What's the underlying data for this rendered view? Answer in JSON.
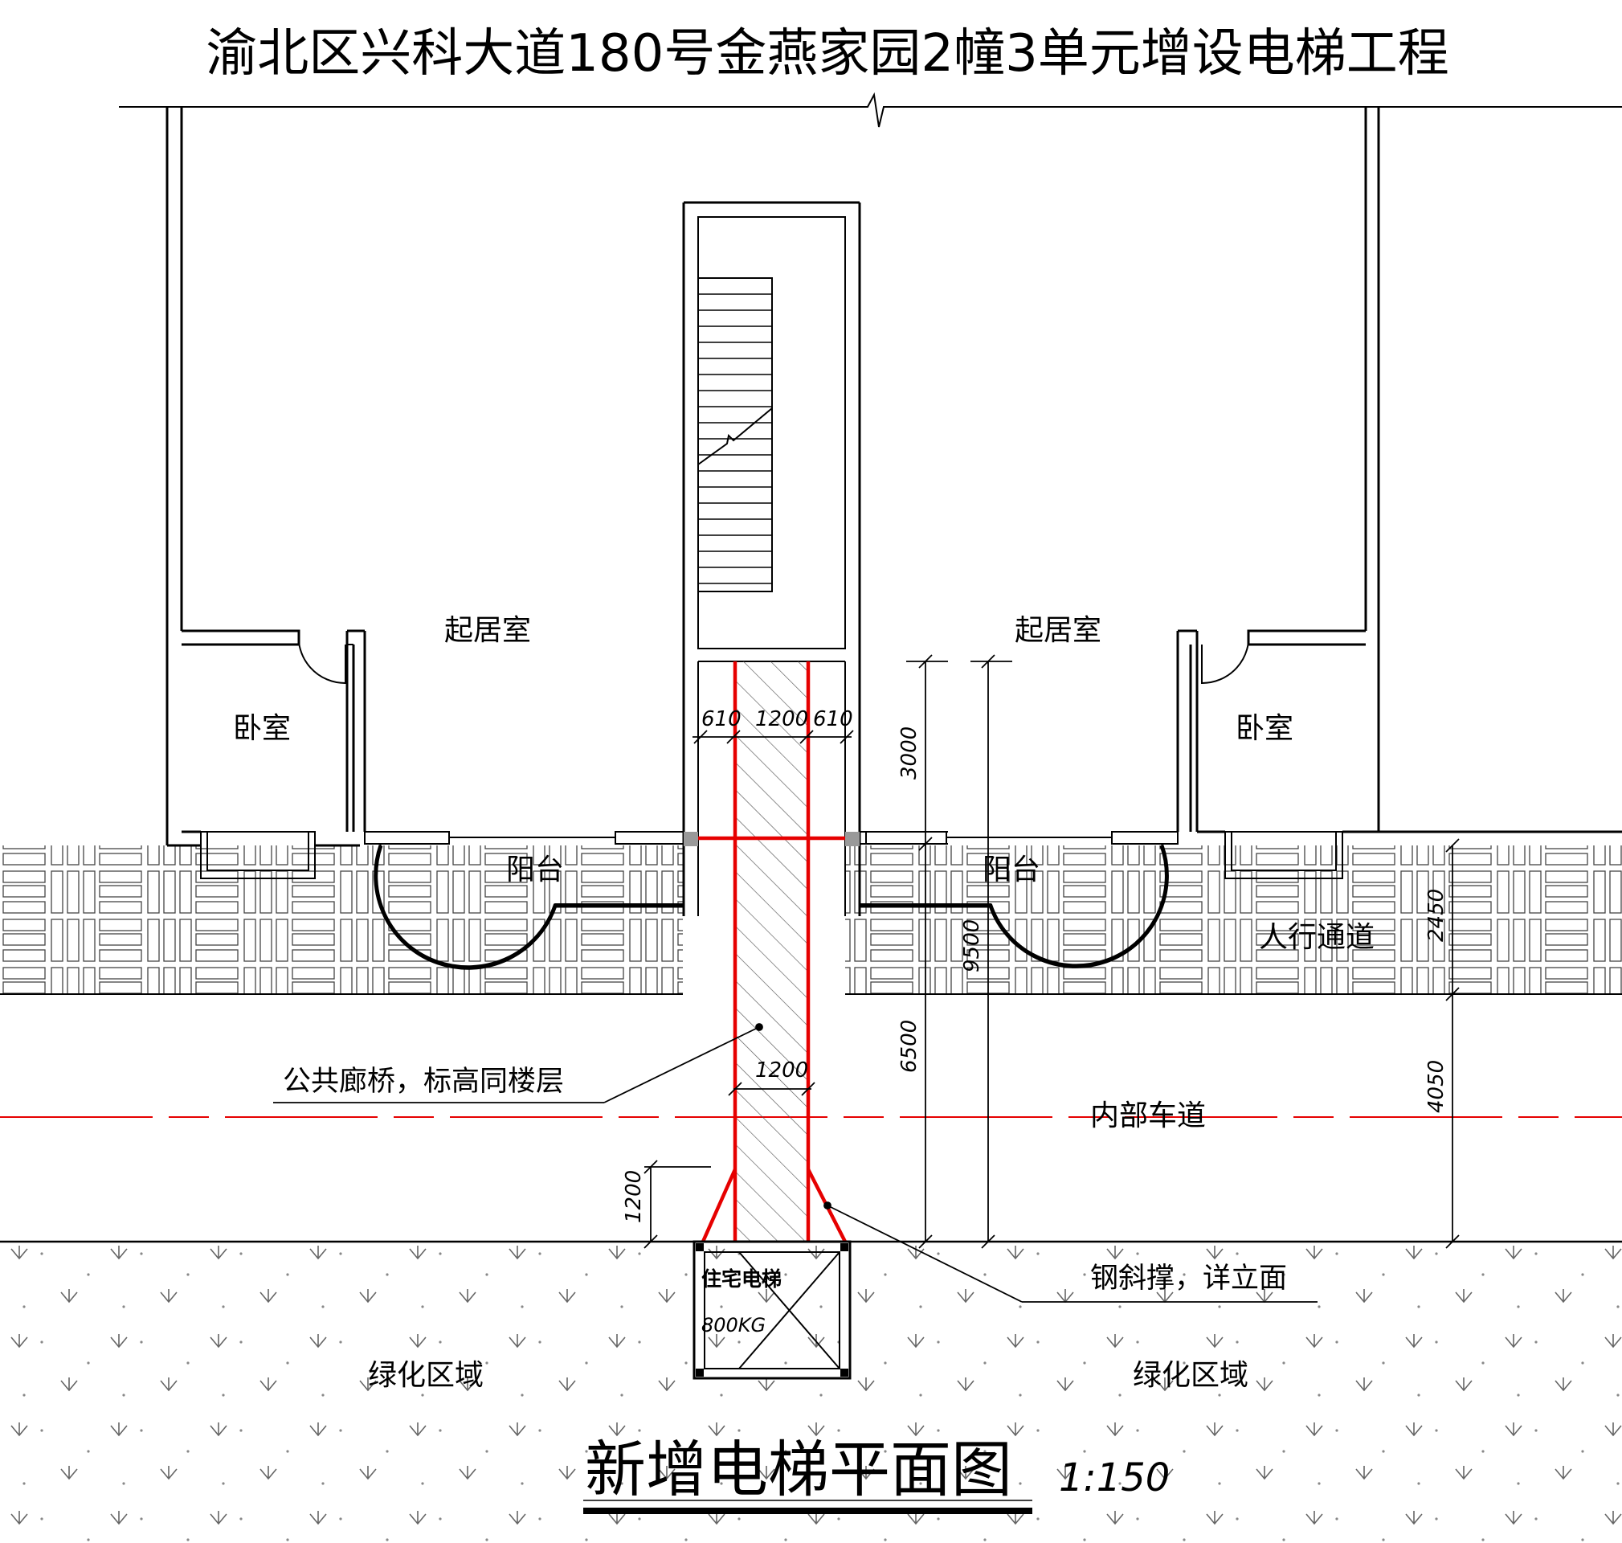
{
  "title": "渝北区兴科大道180号金燕家园2幢3单元增设电梯工程",
  "drawing_title": "新增电梯平面图",
  "scale": "1:150",
  "rooms": {
    "living_left": "起居室",
    "living_right": "起居室",
    "bedroom_left": "卧室",
    "bedroom_right": "卧室",
    "balcony_left": "阳台",
    "balcony_right": "阳台"
  },
  "zones": {
    "walkway": "人行通道",
    "driveway": "内部车道",
    "green_left": "绿化区域",
    "green_right": "绿化区域"
  },
  "elevator": {
    "name": "住宅电梯",
    "capacity": "800KG"
  },
  "annotations": {
    "bridge": "公共廊桥，标高同楼层",
    "brace": "钢斜撑，详立面"
  },
  "dimensions": {
    "d610_left": "610",
    "d1200_top": "1200",
    "d610_right": "610",
    "d3000": "3000",
    "d9500": "9500",
    "d6500": "6500",
    "d1200_bridge": "1200",
    "d1200_side": "1200",
    "d2450": "2450",
    "d4050": "4050"
  },
  "colors": {
    "new_work": "#e60000",
    "lines": "#000000"
  }
}
